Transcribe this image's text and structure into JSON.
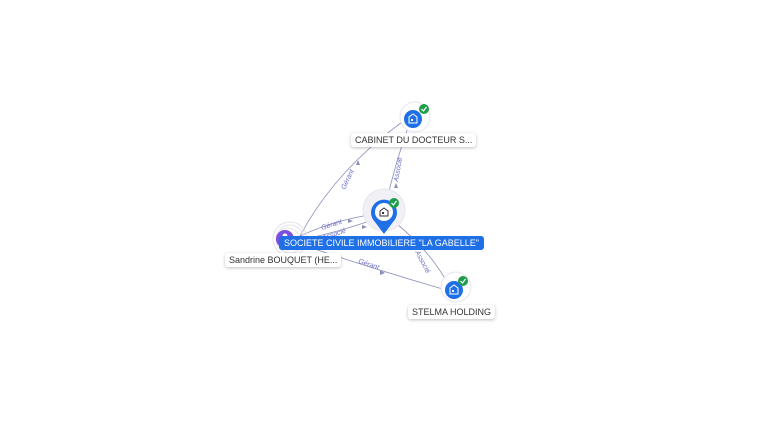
{
  "nodes": {
    "center": {
      "label": "SOCIETE CIVILE IMMOBILIERE \"LA GABELLE\"",
      "icon": "company-pin-icon",
      "verified": true
    },
    "cabinet": {
      "label": "CABINET DU DOCTEUR S...",
      "icon": "company-icon",
      "verified": true
    },
    "stelma": {
      "label": "STELMA HOLDING",
      "icon": "company-icon",
      "verified": true
    },
    "person": {
      "label": "Sandrine BOUQUET (HE...",
      "icon": "person-icon"
    }
  },
  "edges": {
    "person_cabinet": "Gérant",
    "person_center_1": "Gérant",
    "person_center_2": "Associé",
    "person_stelma": "Gérant",
    "center_cabinet": "Associé",
    "center_stelma": "Associé"
  },
  "colors": {
    "primary": "#1f6fe6",
    "verified": "#1e9e4a",
    "person": "#7b4fe0",
    "edge": "#8a8fb8"
  }
}
